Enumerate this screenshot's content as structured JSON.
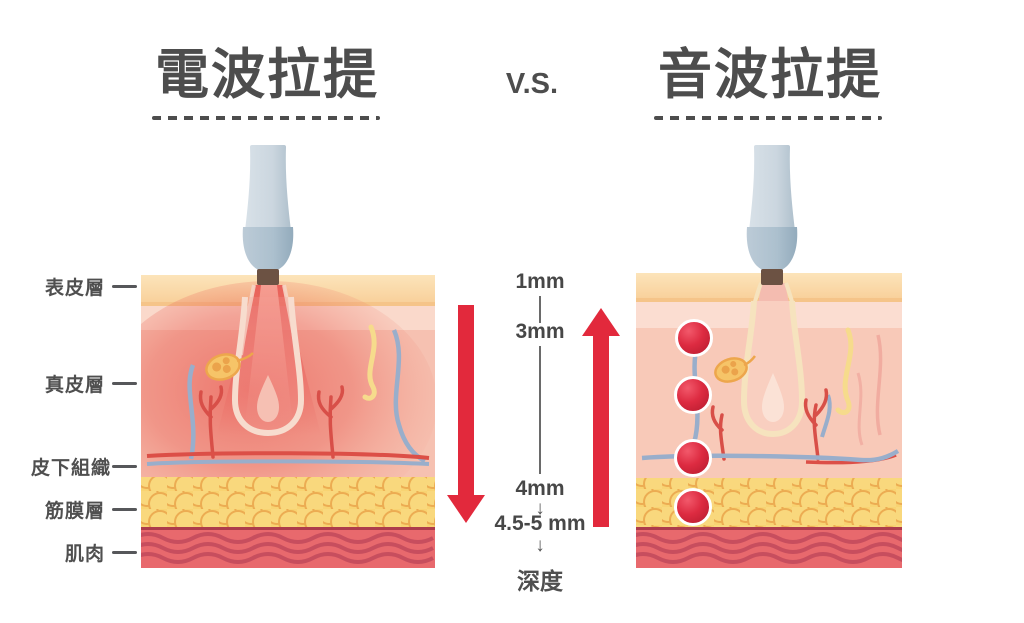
{
  "header": {
    "left_title": "電波拉提",
    "vs_label": "V.S.",
    "right_title": "音波拉提"
  },
  "skin_layer_labels": [
    {
      "label": "表皮層"
    },
    {
      "label": "真皮層"
    },
    {
      "label": "皮下組織"
    },
    {
      "label": "筋膜層"
    },
    {
      "label": "肌肉"
    }
  ],
  "depth_scale": {
    "tick_1": "1mm",
    "tick_2": "3mm",
    "tick_3": "4mm",
    "tick_4": "4.5-5 mm",
    "down_arrow": "↓",
    "axis_label": "深度"
  },
  "colors": {
    "title_text": "#4D4D4D",
    "label_text": "#4F4F4F",
    "accent_red": "#E2293C",
    "epidermis": "#FADCA6",
    "dermis_left": "#F6C1B1",
    "dermis_right": "#F8C9B8",
    "fat_layer": "#F8D372",
    "muscle_layer": "#E8696D",
    "device_body": "#C9D5DF",
    "device_tip": "#6C5243",
    "energy_dot": "#DD2B41"
  }
}
